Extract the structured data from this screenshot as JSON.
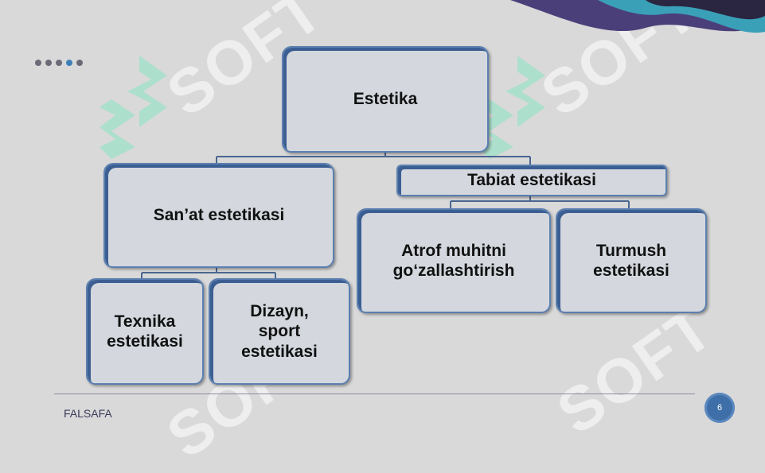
{
  "watermark": {
    "text": "SOFT"
  },
  "diagram": {
    "root": "Estetika",
    "left_branch": "San’at estetikasi",
    "left_children": [
      "Texnika\nestetikasi",
      "Dizayn,\nsport\nestetikasi"
    ],
    "right_branch": "Tabiat estetikasi",
    "right_children": [
      "Atrof muhitni\ngo‘zallashtirish",
      "Turmush\nestetikasi"
    ]
  },
  "footer": {
    "text": "FALSAFA",
    "page_number": "6"
  },
  "colors": {
    "background": "#d9d9d9",
    "box_border": "#5b7fb0",
    "box_fill": "#d4d8de",
    "accent": "#3f6fa8"
  }
}
